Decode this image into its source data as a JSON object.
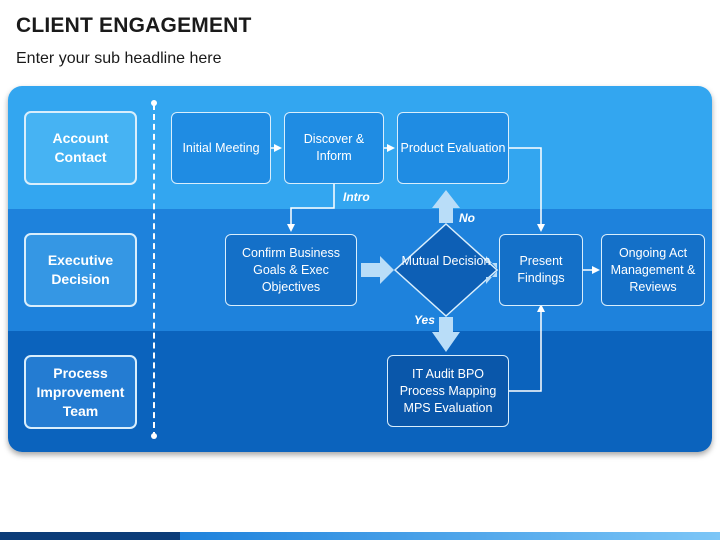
{
  "header": {
    "title": "CLIENT ENGAGEMENT",
    "subtitle": "Enter your sub headline here"
  },
  "lanes": [
    {
      "label": "Account Contact"
    },
    {
      "label": "Executive Decision"
    },
    {
      "label": "Process Improvement Team"
    }
  ],
  "nodes": {
    "initial_meeting": "Initial Meeting",
    "discover_inform": "Discover & Inform",
    "product_evaluation": "Product Evaluation",
    "confirm_goals": "Confirm Business Goals & Exec Objectives",
    "mutual_decision": "Mutual Decision",
    "present_findings": "Present Findings",
    "ongoing_act": "Ongoing Act Management & Reviews",
    "it_audit": "IT Audit BPO Process Mapping MPS Evaluation"
  },
  "edge_labels": {
    "intro": "Intro",
    "no": "No",
    "yes": "Yes"
  },
  "colors": {
    "lane_top": "#33a6f0",
    "lane_mid": "#1e82dc",
    "lane_bottom": "#0b63bd",
    "accent_arrow": "#b9ddf8"
  }
}
